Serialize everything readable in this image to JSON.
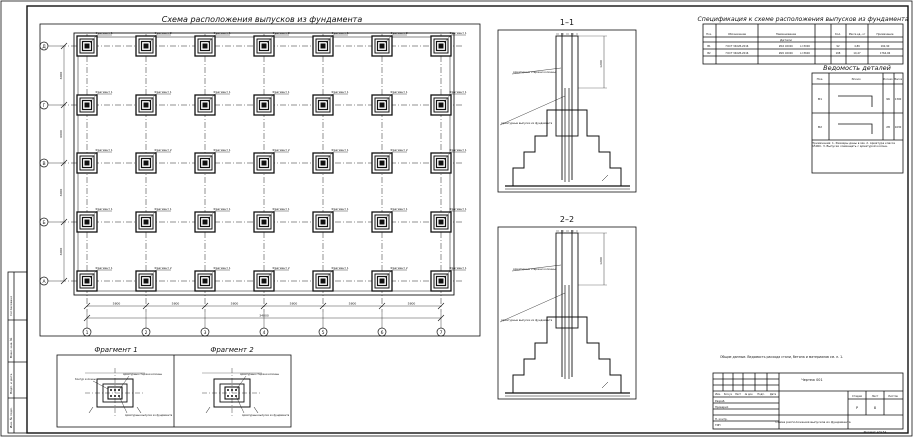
{
  "plan": {
    "title": "Схема расположения выпусков из фундамента",
    "fragment_label": "Фрагмент 1",
    "fragment_label_2": "Фрагмент 2",
    "row_axes": [
      "Д",
      "Г",
      "В",
      "Б",
      "А"
    ],
    "col_axes": [
      "1",
      "2",
      "3",
      "4",
      "5",
      "6",
      "7"
    ],
    "col_dims": [
      "5800",
      "5800",
      "5800",
      "5800",
      "5800",
      "5800"
    ],
    "total_dim": "34800",
    "row_dims": [
      "6000",
      "6000",
      "6000",
      "6000"
    ]
  },
  "section_1": {
    "title": "1–1",
    "dim": "1200",
    "lbl_top": "Арматурные стержни колонны",
    "lbl_bot": "Арматурные выпуски из фундамента"
  },
  "section_2": {
    "title": "2–2",
    "dim": "1200",
    "lbl_top": "Арматурные стержни колонны",
    "lbl_bot": "Арматурные выпуски из фундамента"
  },
  "fragment_1": {
    "title": "Фрагмент 1",
    "lbl_a": "Арматурные стержни колонны",
    "lbl_b": "Арматурные выпуски из фундамента",
    "lbl_c": "Контур колонны"
  },
  "fragment_2": {
    "title": "Фрагмент 2",
    "lbl_a": "Арматурные стержни колонны",
    "lbl_b": "Арматурные выпуски из фундамента"
  },
  "spec": {
    "title": "Спецификация к схеме расположения выпусков из фундамента",
    "headers": [
      "Поз.",
      "Обозначение",
      "Наименование",
      "Кол.",
      "Масса ед., кг",
      "Примечание"
    ],
    "section": "Детали",
    "rows": [
      [
        "В1",
        "ГОСТ 34028-2016",
        "Ø16 А500С",
        "L=3000",
        "92",
        "4,89",
        "162,90"
      ],
      [
        "В2",
        "ГОСТ 34028-2016",
        "Ø20 А500С",
        "L=3600",
        "168",
        "10,47",
        "1764,96"
      ]
    ]
  },
  "details": {
    "title": "Ведомость деталей",
    "headers": [
      "Поз.",
      "Эскиз",
      "Кол-во",
      "Масса"
    ],
    "rows": [
      [
        "В1",
        "96",
        "1300"
      ],
      [
        "В2",
        "28",
        "1630"
      ]
    ],
    "notes": "Примечания: 1. Размеры даны в мм. 2. Арматура класса А500С. 3. Выпуски совмещать с арматурой колонн."
  },
  "general_note": "Общие данные. Ведомость расхода стали, бетона и материалов см. л. 1.",
  "stamp": {
    "code": "Чертеж 001",
    "sheet_title": "Схема расположения выпусков из фундамента",
    "stage": "Р",
    "sheet": "8",
    "format": "Формат А3х3А",
    "col_labels": [
      "Стадия",
      "Лист",
      "Листов"
    ],
    "row_labels": [
      "Изм.",
      "Кол.уч",
      "Лист",
      "№ док.",
      "Подп.",
      "Дата"
    ],
    "roles": [
      "Разраб.",
      "Проверил",
      "Н. контр.",
      "ГИП"
    ]
  },
  "side_stamp": [
    "Взам. инв. №",
    "Подп. и дата",
    "Инв. № подл.",
    "Согласовано"
  ]
}
